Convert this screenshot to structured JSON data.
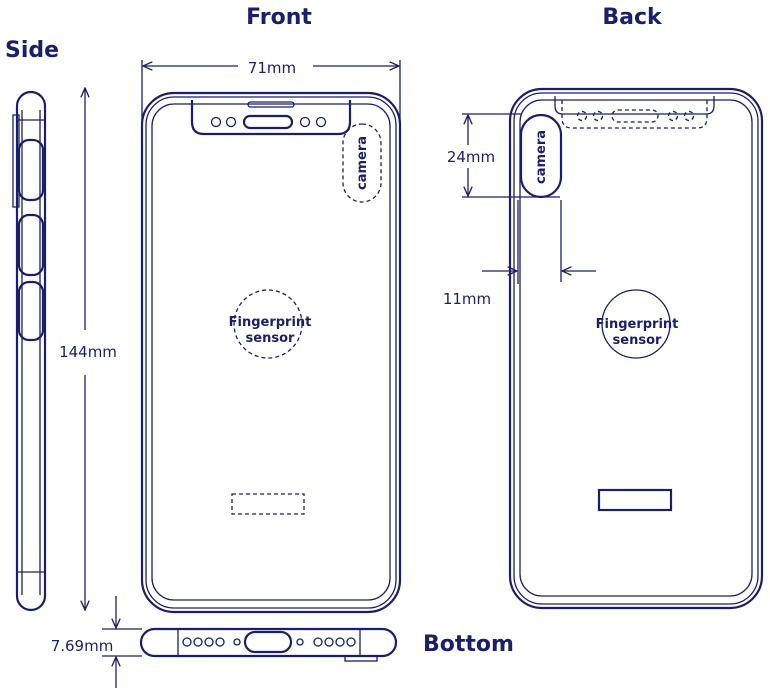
{
  "views": {
    "front": "Front",
    "back": "Back",
    "side": "Side",
    "bottom": "Bottom"
  },
  "dimensions": {
    "width": "71mm",
    "height": "144mm",
    "thickness": "7.69mm",
    "camera_height": "24mm",
    "camera_offset": "11mm"
  },
  "labels": {
    "camera": "camera",
    "fingerprint_line1": "Fingerprint",
    "fingerprint_line2": "sensor"
  },
  "colors": {
    "line": "#1a1f6b",
    "background": "#ffffff"
  }
}
